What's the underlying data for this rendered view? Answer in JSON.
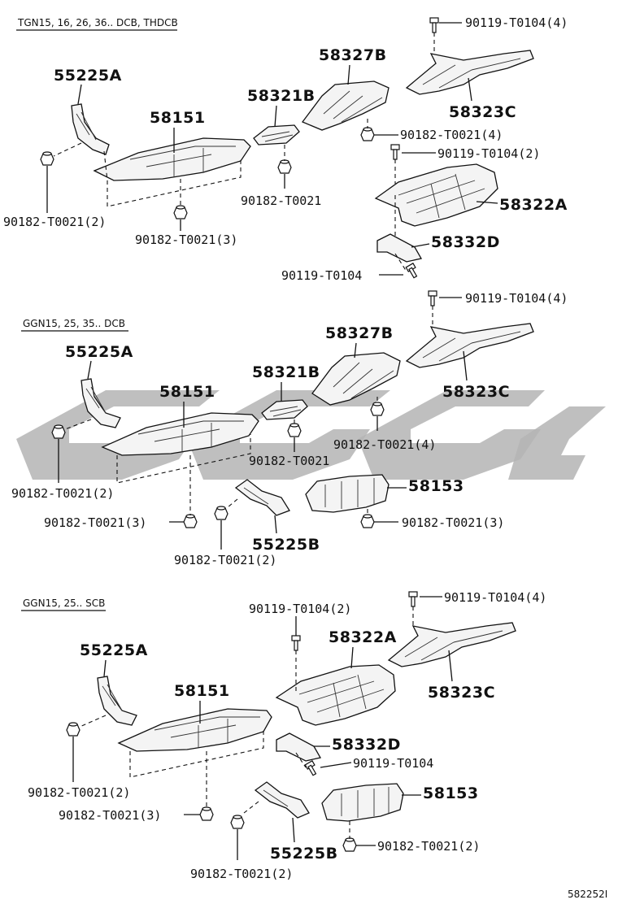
{
  "watermark": {
    "color": "#b4b4b4"
  },
  "sections": [
    {
      "label": "TGN15, 16, 26, 36.. DCB, THDCB"
    },
    {
      "label": "GGN15, 25, 35.. DCB"
    },
    {
      "label": "GGN15, 25.. SCB"
    }
  ],
  "labels": {
    "s1": {
      "l55225A": "55225A",
      "l58151": "58151",
      "l58321B": "58321B",
      "l58327B": "58327B",
      "l58323C": "58323C",
      "l58322A": "58322A",
      "l58332D": "58332D",
      "b90119_4": "90119-T0104(4)",
      "n90182_4": "90182-T0021(4)",
      "b90119_2": "90119-T0104(2)",
      "n90182_a": "90182-T0021",
      "n90182_2": "90182-T0021(2)",
      "n90182_3": "90182-T0021(3)",
      "b90119": "90119-T0104"
    },
    "s2": {
      "l55225A": "55225A",
      "l58151": "58151",
      "l58321B": "58321B",
      "l58327B": "58327B",
      "l58323C": "58323C",
      "l58153": "58153",
      "l55225B": "55225B",
      "b90119_4": "90119-T0104(4)",
      "n90182_4": "90182-T0021(4)",
      "n90182_a": "90182-T0021",
      "n90182_2a": "90182-T0021(2)",
      "n90182_3a": "90182-T0021(3)",
      "n90182_3b": "90182-T0021(3)",
      "n90182_2b": "90182-T0021(2)"
    },
    "s3": {
      "l55225A": "55225A",
      "l58151": "58151",
      "l58322A": "58322A",
      "l58323C": "58323C",
      "l58332D": "58332D",
      "l58153": "58153",
      "l55225B": "55225B",
      "b90119_2": "90119-T0104(2)",
      "b90119_4": "90119-T0104(4)",
      "b90119": "90119-T0104",
      "n90182_2a": "90182-T0021(2)",
      "n90182_3": "90182-T0021(3)",
      "n90182_2b": "90182-T0021(2)",
      "n90182_2c": "90182-T0021(2)"
    }
  },
  "footer": {
    "code": "582252I"
  }
}
